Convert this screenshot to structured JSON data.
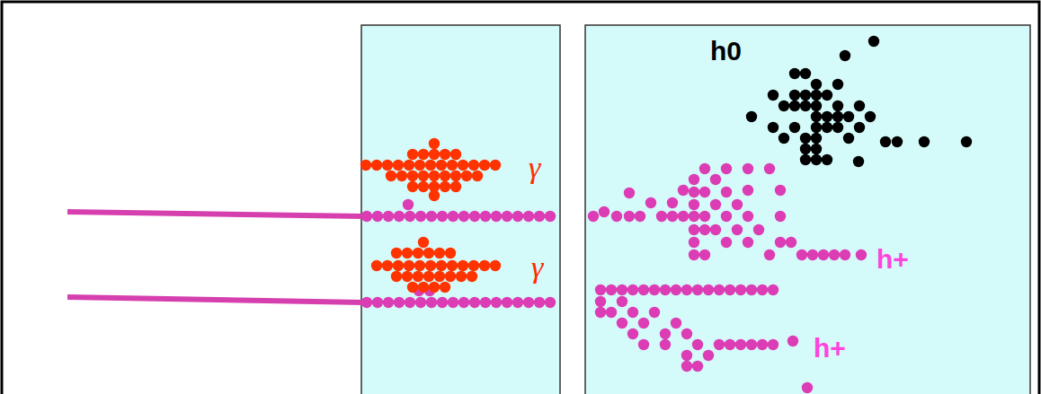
{
  "diagram": {
    "labels": [
      "h0",
      "γ",
      "γ",
      "h+",
      "h+"
    ]
  }
}
